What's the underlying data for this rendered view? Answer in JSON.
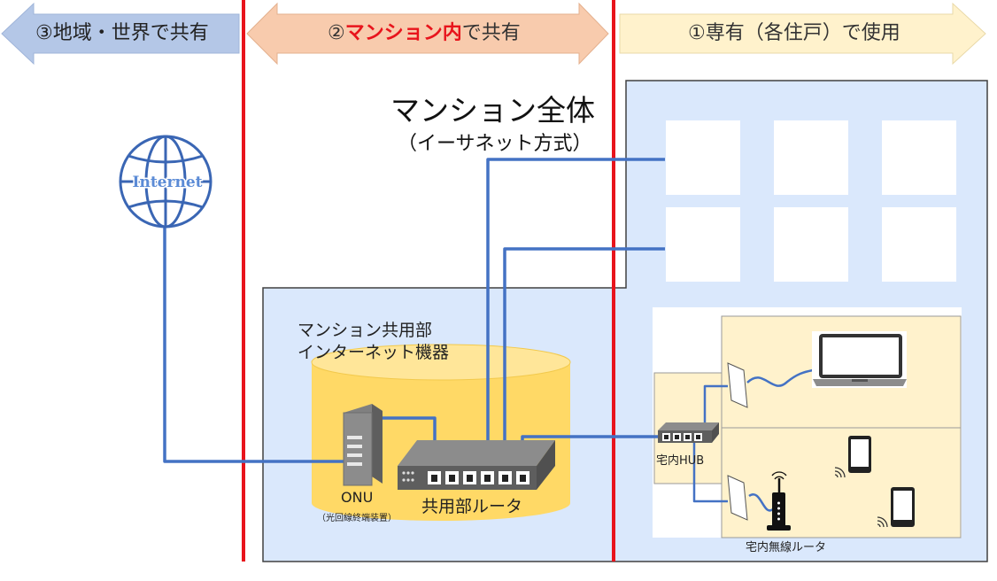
{
  "banners": {
    "left": "③地域・世界で共有",
    "middle_num": "②",
    "middle_highlight": "マンション内",
    "middle_rest": "で共有",
    "right": "①専有（各住戸）で使用"
  },
  "building": {
    "title": "マンション全体",
    "subtitle": "（イーサネット方式）"
  },
  "common_area": {
    "label_line1": "マンション共用部",
    "label_line2": "インターネット機器"
  },
  "devices": {
    "internet_text": "Internet",
    "onu_label": "ONU",
    "onu_sublabel": "（光回線終端装置）",
    "router_label": "共用部ルータ",
    "hub_label": "宅内HUB",
    "wifi_router_label": "宅内無線ルータ"
  },
  "colors": {
    "cable": "#4472c4",
    "divider": "#e8141c",
    "left_arrow": "#b4c7e7",
    "middle_arrow": "#f8cbad",
    "right_arrow": "#fff2cc",
    "building_fill": "#dae8fc",
    "cylinder": "#ffd966",
    "unit_fill": "#fff2cc"
  }
}
